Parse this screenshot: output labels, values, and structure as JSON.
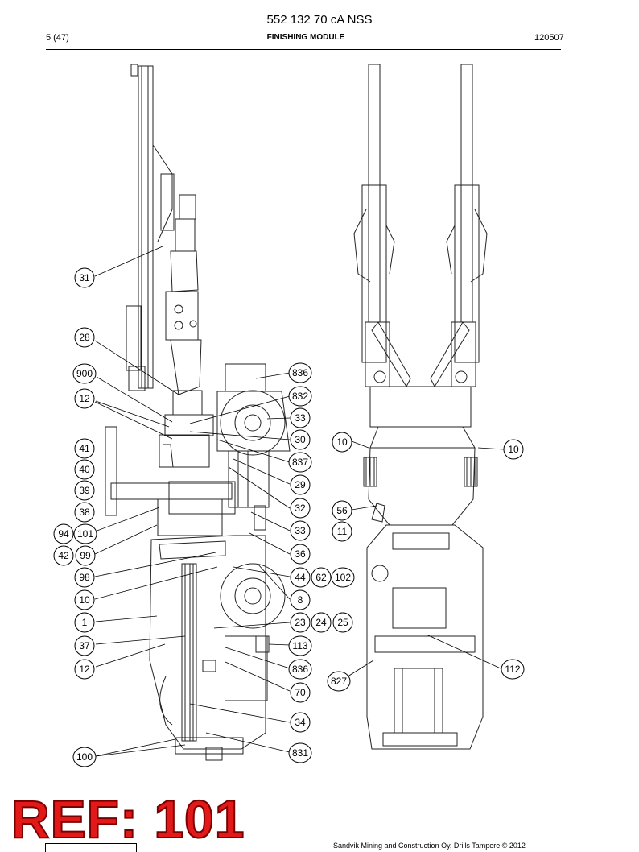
{
  "header": {
    "title": "552 132 70 cA NSS",
    "page": "5 (47)",
    "section": "FINISHING MODULE",
    "number": "120507"
  },
  "callouts": [
    "31",
    "28",
    "900",
    "12",
    "41",
    "40",
    "39",
    "38",
    "94",
    "101",
    "42",
    "99",
    "98",
    "10",
    "1",
    "37",
    "12",
    "100",
    "836",
    "832",
    "33",
    "30",
    "837",
    "29",
    "32",
    "33",
    "36",
    "44",
    "62",
    "102",
    "8",
    "23",
    "24",
    "25",
    "113",
    "836",
    "70",
    "34",
    "831",
    "10",
    "10",
    "56",
    "11",
    "112",
    "827"
  ],
  "footer": {
    "copyright": "Sandvik Mining and Construction Oy, Drills Tampere © 2012"
  },
  "stamp": {
    "text": "REF: 101"
  }
}
